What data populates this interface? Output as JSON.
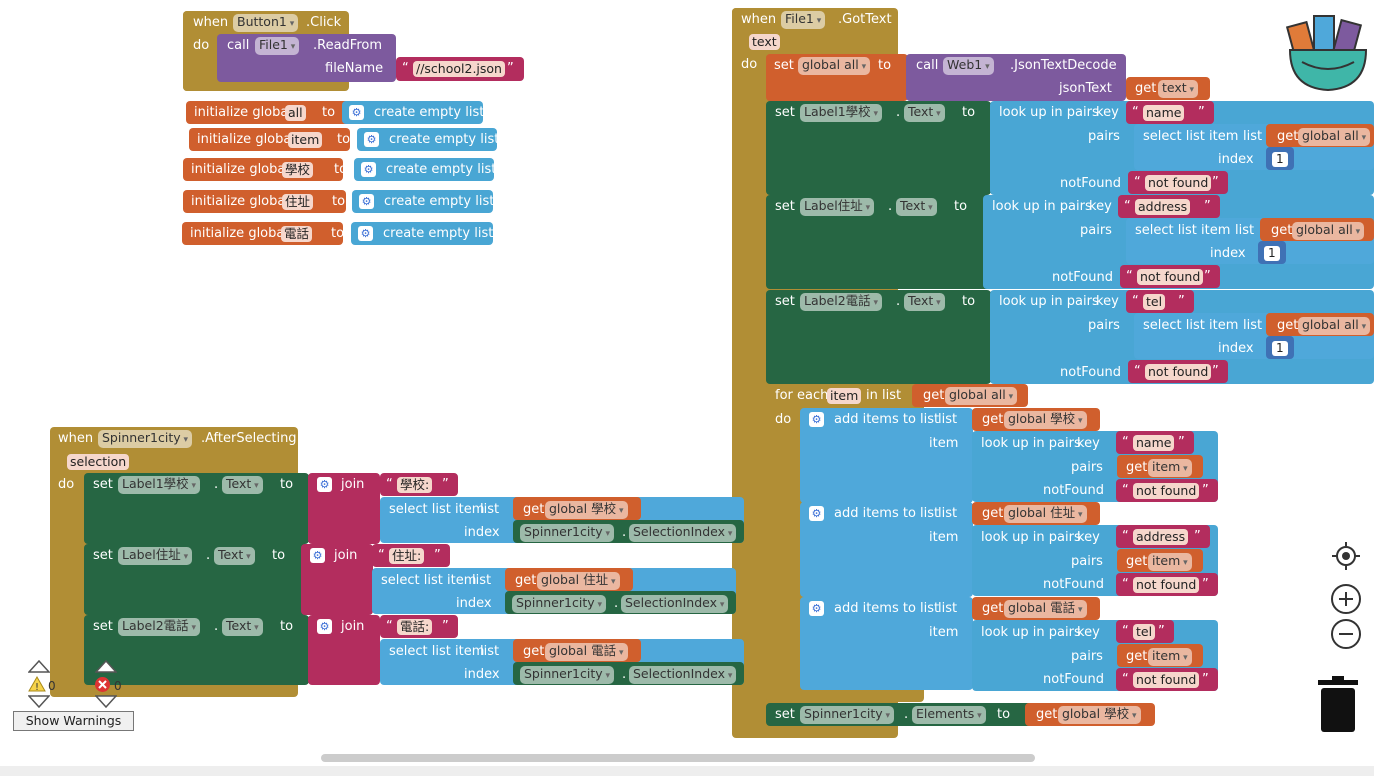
{
  "words": {
    "when": "when",
    "do": "do",
    "call": "call",
    "to": "to",
    "set": "set",
    "get": "get",
    "dot": ".",
    "open_quote": "“",
    "close_quote": "”",
    "initialize_global": "initialize global",
    "create_empty_list": "create empty list",
    "join": "join",
    "select_list_item": "select list item",
    "list": "list",
    "index": "index",
    "look_up_in_pairs": "look up in pairs",
    "key": "key",
    "pairs": "pairs",
    "not_found_label": "notFound",
    "for_each": "for each",
    "in_list": "in list",
    "add_items_to_list": "add items to list",
    "item": "item"
  },
  "button1_click": {
    "component": "Button1",
    "event": ".Click",
    "method_component": "File1",
    "method": ".ReadFrom",
    "param": "fileName",
    "value": "//school2.json"
  },
  "globals": [
    {
      "name": "all"
    },
    {
      "name": "item"
    },
    {
      "name": "學校"
    },
    {
      "name": "住址"
    },
    {
      "name": "電話"
    }
  ],
  "file1_gottext": {
    "component": "File1",
    "event": ".GotText",
    "param": "text",
    "var_all": "global all",
    "web_component": "Web1",
    "web_method": ".JsonTextDecode",
    "json_text_label": "jsonText",
    "get_text": "text",
    "sets": [
      {
        "label": "Label1學校",
        "prop": "Text",
        "key": "name",
        "list": "global all",
        "index": "1",
        "not_found": "not found"
      },
      {
        "label": "Label住址",
        "prop": "Text",
        "key": "address",
        "list": "global all",
        "index": "1",
        "not_found": "not found"
      },
      {
        "label": "Label2電話",
        "prop": "Text",
        "key": "tel",
        "list": "global all",
        "index": "1",
        "not_found": "not found"
      }
    ],
    "foreach": {
      "var": "item",
      "list": "global all",
      "adds": [
        {
          "list": "global 學校",
          "key": "name",
          "pairs": "item",
          "not_found": "not found"
        },
        {
          "list": "global 住址",
          "key": "address",
          "pairs": "item",
          "not_found": "not found"
        },
        {
          "list": "global 電話",
          "key": "tel",
          "pairs": "item",
          "not_found": "not found"
        }
      ]
    },
    "final_set": {
      "component": "Spinner1city",
      "prop": "Elements",
      "value": "global 學校"
    }
  },
  "spinner_after": {
    "component": "Spinner1city",
    "event": ".AfterSelecting",
    "param": "selection",
    "rows": [
      {
        "label": "Label1學校",
        "prop": "Text",
        "text": "學校:",
        "list": "global 學校",
        "comp": "Spinner1city",
        "comp_prop": "SelectionIndex"
      },
      {
        "label": "Label住址",
        "prop": "Text",
        "text": "住址:",
        "list": "global 住址",
        "comp": "Spinner1city",
        "comp_prop": "SelectionIndex"
      },
      {
        "label": "Label2電話",
        "prop": "Text",
        "text": "電話:",
        "list": "global 電話",
        "comp": "Spinner1city",
        "comp_prop": "SelectionIndex"
      }
    ]
  },
  "warnings": {
    "warning_count": "0",
    "error_count": "0",
    "button": "Show Warnings"
  }
}
